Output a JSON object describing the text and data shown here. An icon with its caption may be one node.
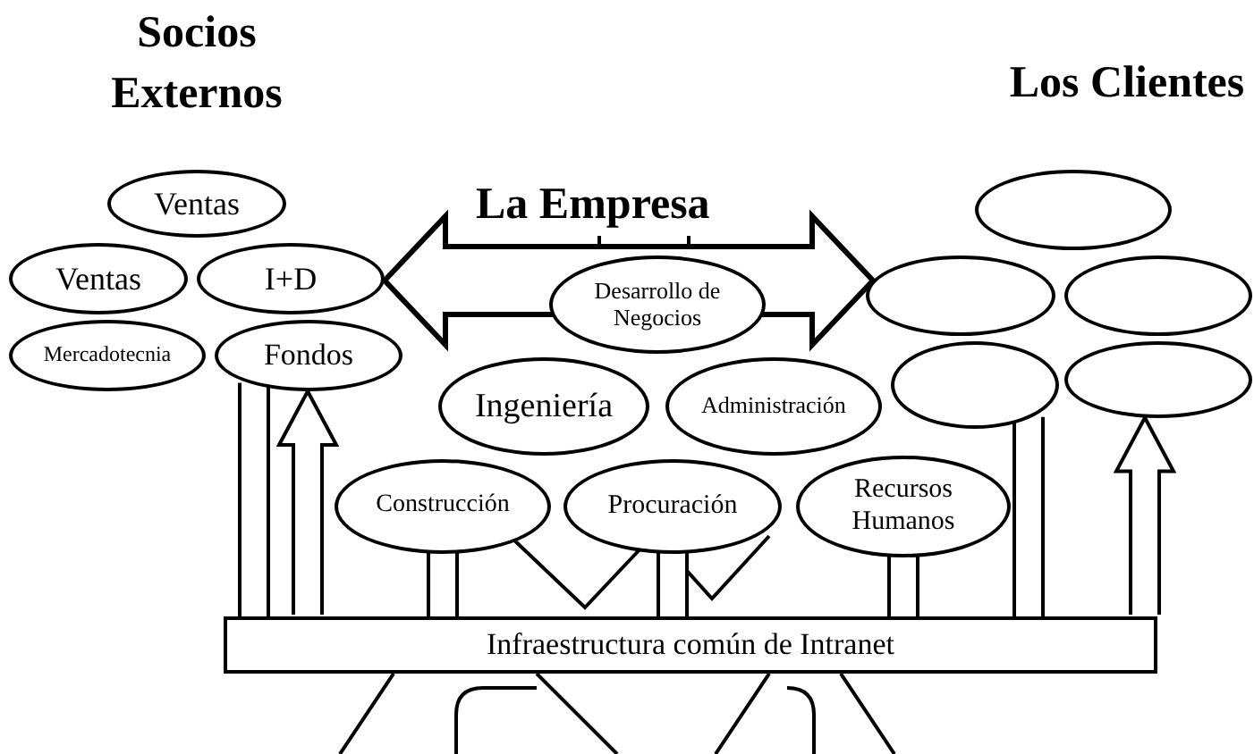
{
  "diagram": {
    "nodes": [
      {
        "text": [
          "Ventas"
        ]
      },
      {
        "text": [
          "Ventas"
        ]
      },
      {
        "text": [
          "I+D"
        ]
      },
      {
        "text": [
          "Fondos"
        ]
      },
      {
        "text": [
          "Mercadotecnia"
        ]
      },
      {
        "text": [
          "Desarrollo de Negocios"
        ]
      },
      {
        "text": [
          "Ingeniería"
        ]
      },
      {
        "text": [
          "Administración"
        ]
      },
      {
        "text": [
          "Construcción"
        ]
      },
      {
        "text": [
          "Procuración"
        ]
      },
      {
        "text": [
          "Recursos Humanos"
        ]
      },
      {
        "text": [],
        "shape": "ellipse"
      },
      {
        "text": [],
        "shape": "ellipse"
      },
      {
        "text": [],
        "shape": "ellipse"
      },
      {
        "text": [],
        "shape": "ellipse"
      },
      {
        "text": [],
        "shape": "ellipse"
      },
      {
        "text": [
          "Infraestructura común de Intranet"
        ]
      }
    ],
    "edges": [
      {
        "from": 3,
        "to": 16,
        "arrow": "none"
      },
      {
        "from": 8,
        "to": 16,
        "arrow": "none"
      },
      {
        "from": 9,
        "to": 16,
        "arrow": "none"
      },
      {
        "from": 10,
        "to": 16,
        "arrow": "none"
      },
      {
        "from": 15,
        "to": 16,
        "arrow": "none"
      },
      {
        "from": 2,
        "to": 13,
        "arrow": "both",
        "style": "thick"
      },
      {
        "from": 16,
        "to": 3,
        "arrow": "to",
        "style": "thick"
      },
      {
        "from": 16,
        "to": 14,
        "arrow": "to",
        "style": "thick"
      }
    ],
    "labels": [
      "Socios Externos",
      "Los Clientes",
      "La Empresa"
    ]
  }
}
